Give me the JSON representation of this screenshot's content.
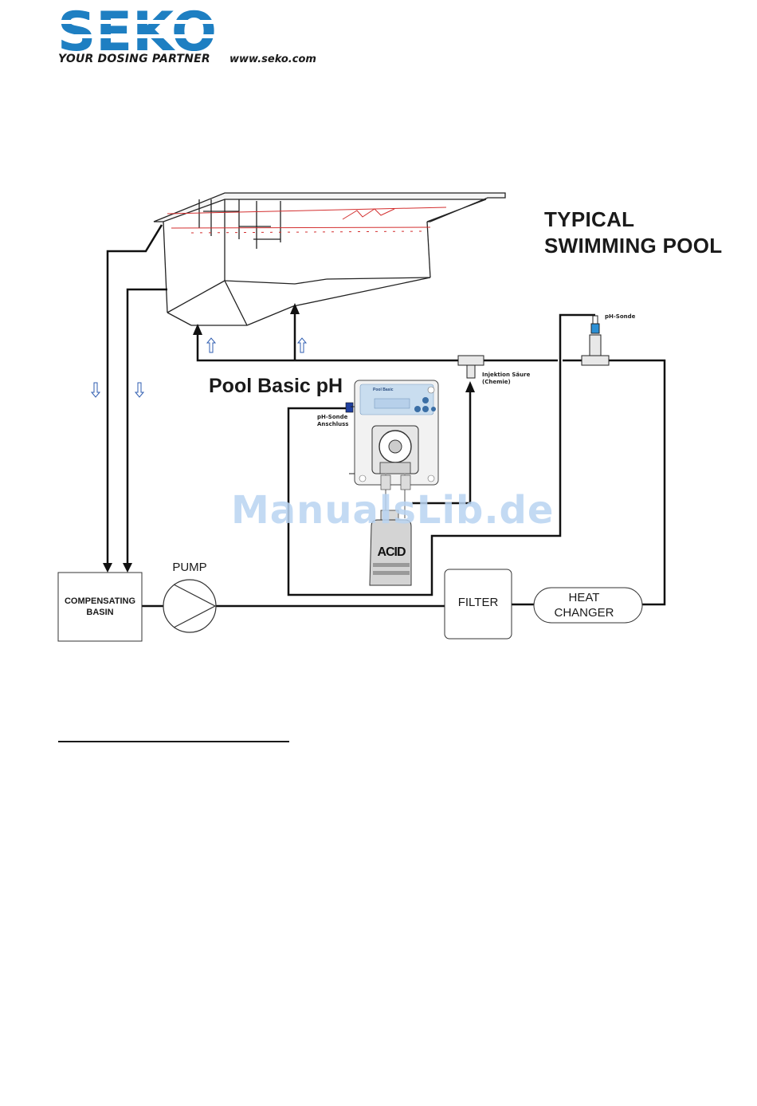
{
  "header": {
    "logo_text": "SEKO",
    "tagline": "YOUR DOSING PARTNER",
    "website": "www.seko.com",
    "brand_color": "#1e7fc2"
  },
  "diagram": {
    "title_line1": "TYPICAL",
    "title_line2": "SWIMMING POOL",
    "product_name": "Pool Basic pH",
    "labels": {
      "ph_sensor_top": "pH-Sonde",
      "injection_line1": "Injektion Säure",
      "injection_line2": "(Chemie)",
      "ph_connection_line1": "pH-Sonde",
      "ph_connection_line2": "Anschluss",
      "acid_tank": "ACID",
      "device_brand": "Pool Basic"
    },
    "components": {
      "compensating_basin_line1": "COMPENSATING",
      "compensating_basin_line2": "BASIN",
      "pump_label": "PUMP",
      "filter_label": "FILTER",
      "heat_changer_line1": "HEAT",
      "heat_changer_line2": "CHANGER"
    }
  },
  "watermark": "ManualsLib.de"
}
